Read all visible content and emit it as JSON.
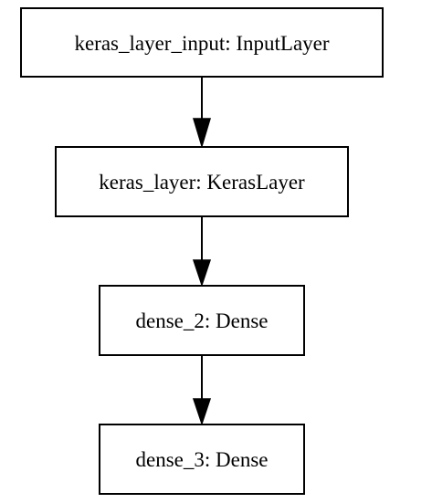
{
  "diagram": {
    "nodes": [
      {
        "id": "keras_layer_input",
        "label": "keras_layer_input: InputLayer"
      },
      {
        "id": "keras_layer",
        "label": "keras_layer: KerasLayer"
      },
      {
        "id": "dense_2",
        "label": "dense_2: Dense"
      },
      {
        "id": "dense_3",
        "label": "dense_3: Dense"
      }
    ],
    "edges": [
      {
        "from": "keras_layer_input",
        "to": "keras_layer"
      },
      {
        "from": "keras_layer",
        "to": "dense_2"
      },
      {
        "from": "dense_2",
        "to": "dense_3"
      }
    ],
    "colors": {
      "stroke": "#000000",
      "fill": "#ffffff",
      "text": "#000000"
    }
  }
}
